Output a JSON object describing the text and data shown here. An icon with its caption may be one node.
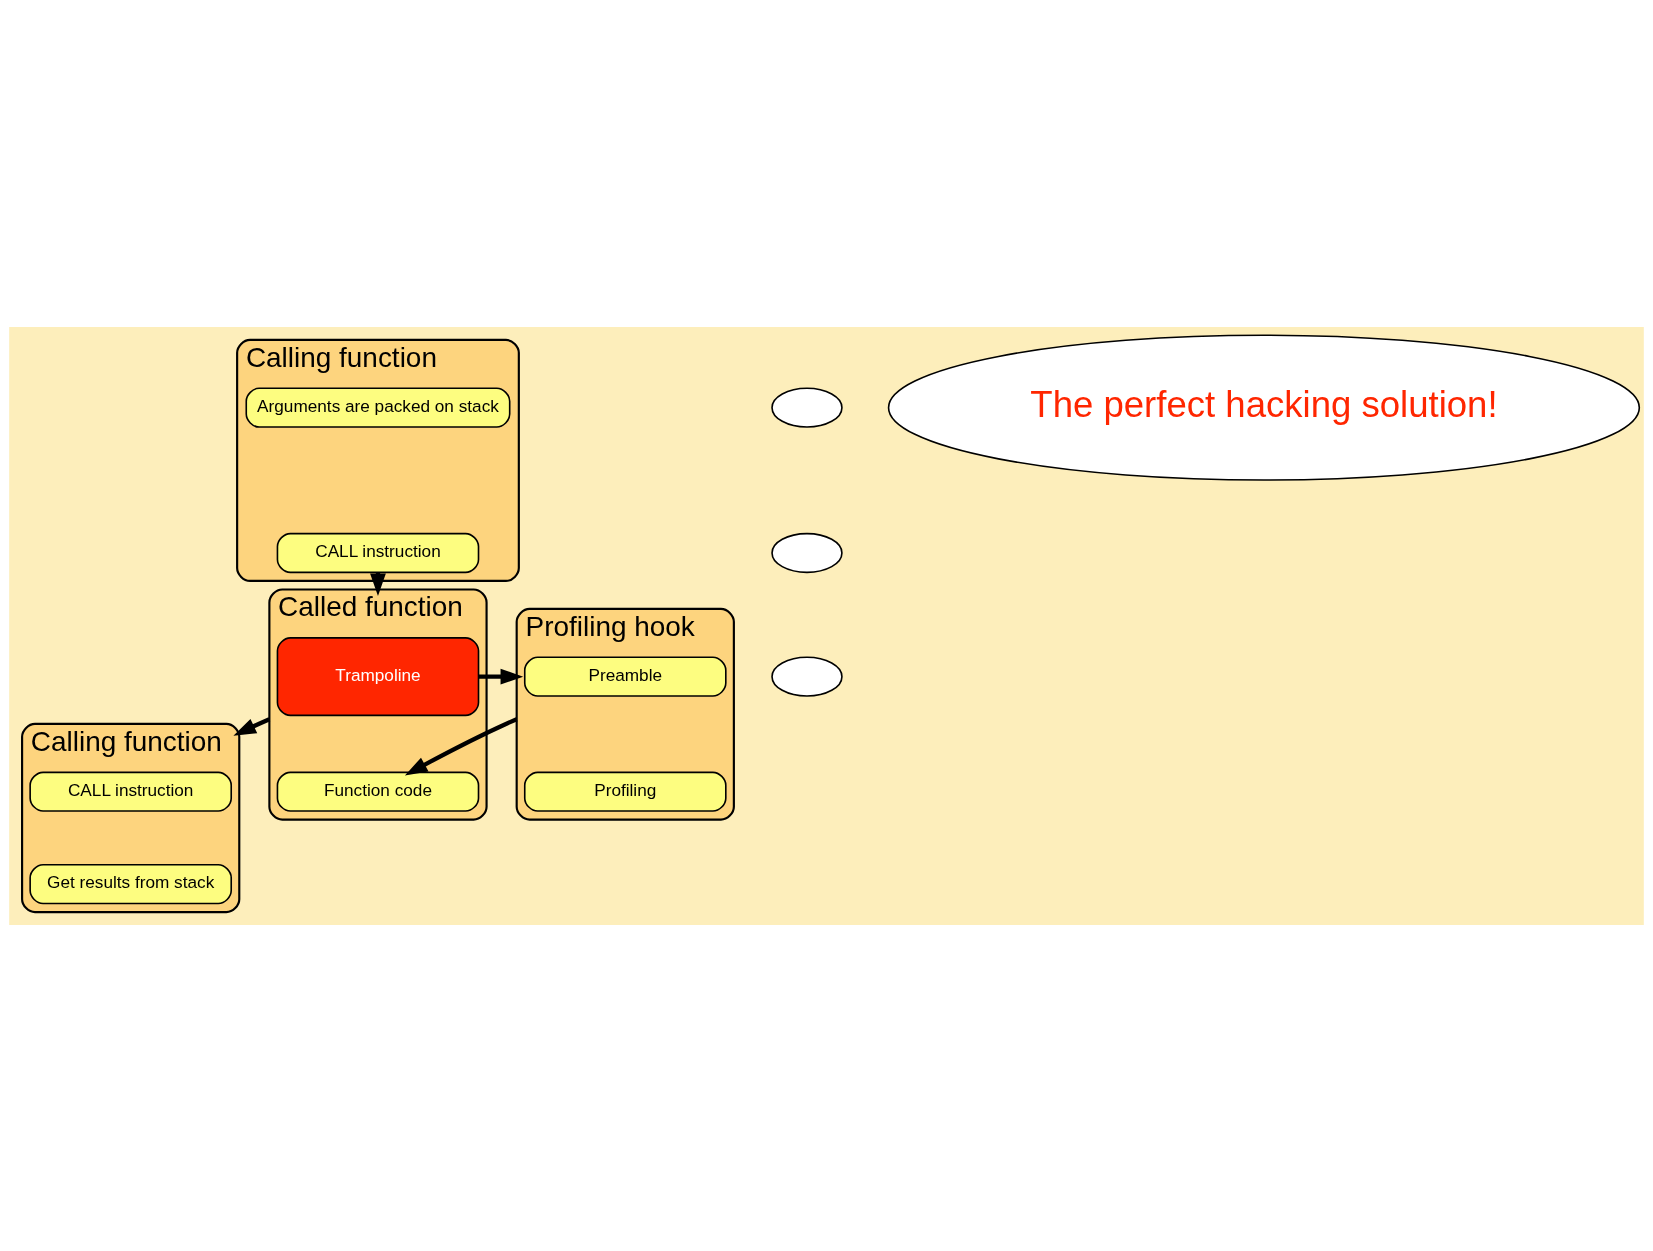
{
  "diagram": {
    "nodes": [
      {
        "text": [
          "Calling function"
        ]
      },
      {
        "text": [
          "Arguments are packed on stack"
        ],
        "in": 0
      },
      {
        "text": [
          "CALL instruction"
        ],
        "in": 0
      },
      {
        "text": [
          "Called function"
        ]
      },
      {
        "text": [
          "Trampoline"
        ],
        "in": 3
      },
      {
        "text": [
          "Function code"
        ],
        "in": 3
      },
      {
        "text": [
          "Profiling hook"
        ]
      },
      {
        "text": [
          "Preamble"
        ],
        "in": 6
      },
      {
        "text": [
          "Profiling"
        ],
        "in": 6
      },
      {
        "text": [
          "Calling function"
        ]
      },
      {
        "text": [
          "CALL instruction"
        ],
        "in": 9
      },
      {
        "text": [
          "Get results from stack"
        ],
        "in": 9
      },
      {
        "text": [],
        "shape": "cloud"
      },
      {
        "text": [],
        "shape": "cloud"
      },
      {
        "text": [],
        "shape": "cloud"
      },
      {
        "text": [
          "The perfect hacking solution!"
        ]
      }
    ],
    "edges": [
      {
        "from": 2,
        "to": 3,
        "arrow": "to"
      },
      {
        "from": 4,
        "to": 6,
        "arrow": "to"
      },
      {
        "from": 6,
        "to": 5,
        "arrow": "to"
      },
      {
        "from": 3,
        "to": 9,
        "arrow": "to"
      }
    ]
  }
}
